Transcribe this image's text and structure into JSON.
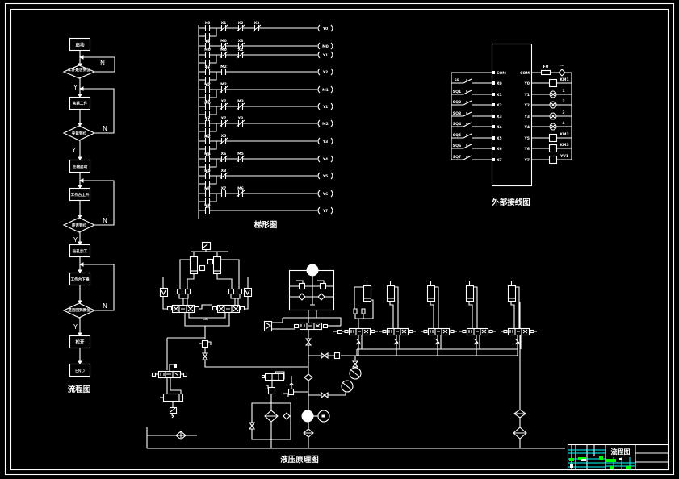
{
  "colors": {
    "background": "#000000",
    "line": "#ffffff",
    "title_grid": "#00ffff",
    "title_fill": "#00ff00"
  },
  "title_block": {
    "title": "流程图"
  },
  "flowchart": {
    "label": "流程图",
    "yes": "Y",
    "no": "N",
    "nodes": [
      {
        "type": "process",
        "text": "启动"
      },
      {
        "type": "decision",
        "text": "工件是否到位"
      },
      {
        "type": "process",
        "text": "夹紧工件"
      },
      {
        "type": "decision",
        "text": "夹紧到位"
      },
      {
        "type": "process",
        "text": "主轴启动"
      },
      {
        "type": "process",
        "text": "工作台上升"
      },
      {
        "type": "decision",
        "text": "是否到位"
      },
      {
        "type": "process",
        "text": "钻孔加工"
      },
      {
        "type": "process",
        "text": "工作台下降"
      },
      {
        "type": "decision",
        "text": "是否回到原位"
      },
      {
        "type": "process",
        "text": "松开"
      },
      {
        "type": "terminal",
        "text": "END"
      }
    ]
  },
  "ladder": {
    "label": "梯形图",
    "rows": [
      {
        "main": "X0",
        "parallel": "Y0",
        "series": [
          {
            "l": "X1",
            "nc": true
          },
          {
            "l": "X2",
            "nc": true
          },
          {
            "l": "X3",
            "nc": true
          }
        ],
        "coil": "Y0"
      },
      {
        "main": "X1",
        "parallel": "",
        "series": [
          {
            "l": "M0",
            "nc": true
          },
          {
            "l": "X3",
            "nc": true
          }
        ],
        "coil": "M0"
      },
      {
        "main": "M0",
        "parallel": "Y1",
        "series": [
          {
            "l": "M0",
            "nc": true
          },
          {
            "l": "X1",
            "nc": true
          }
        ],
        "coil": "Y1"
      },
      {
        "main": "X2",
        "parallel": "Y2",
        "series": [
          {
            "l": "M2",
            "nc": false
          }
        ],
        "coil": "Y2"
      },
      {
        "main": "M2",
        "parallel": "M0",
        "series": [
          {
            "l": "M2",
            "nc": true
          }
        ],
        "coil": "M1"
      },
      {
        "main": "X4",
        "parallel": "Y1",
        "series": [
          {
            "l": "X7",
            "nc": true
          },
          {
            "l": "M3",
            "nc": true
          }
        ],
        "coil": "Y1"
      },
      {
        "main": "X3",
        "parallel": "M2",
        "series": [
          {
            "l": "X7",
            "nc": true
          },
          {
            "l": "X3",
            "nc": true
          }
        ],
        "coil": "M2"
      },
      {
        "main": "X5",
        "parallel": "Y3",
        "series": [
          {
            "l": "X5",
            "nc": true
          }
        ],
        "coil": "Y3"
      },
      {
        "main": "M4",
        "parallel": "Y4",
        "series": [
          {
            "l": "X6",
            "nc": true
          },
          {
            "l": "M5",
            "nc": true
          }
        ],
        "coil": "Y4"
      },
      {
        "main": "M5",
        "parallel": "Y5",
        "series": [
          {
            "l": "X3",
            "nc": true
          }
        ],
        "coil": "Y5"
      },
      {
        "main": "M7",
        "parallel": "Y6",
        "series": [
          {
            "l": "X7",
            "nc": false
          },
          {
            "l": "M6",
            "nc": true
          }
        ],
        "coil": "Y6"
      },
      {
        "main": "M6",
        "parallel": "",
        "series": [],
        "coil": "Y7"
      }
    ]
  },
  "wiring": {
    "label": "外部接线图",
    "inputs": [
      {
        "terminal": "COM",
        "device": ""
      },
      {
        "terminal": "X0",
        "device": "SB"
      },
      {
        "terminal": "X1",
        "device": "SQ1"
      },
      {
        "terminal": "X2",
        "device": "SQ2"
      },
      {
        "terminal": "X3",
        "device": "SQ3"
      },
      {
        "terminal": "X4",
        "device": "SQ4"
      },
      {
        "terminal": "X5",
        "device": "SQ5"
      },
      {
        "terminal": "X6",
        "device": "SQ6"
      },
      {
        "terminal": "X7",
        "device": "SQ7"
      }
    ],
    "outputs": [
      {
        "terminal": "COM",
        "device": "FU",
        "kind": "fuse",
        "extra": "~"
      },
      {
        "terminal": "Y0",
        "device": "KM1",
        "kind": "coil"
      },
      {
        "terminal": "Y1",
        "device": "1",
        "kind": "lamp"
      },
      {
        "terminal": "Y2",
        "device": "2",
        "kind": "lamp"
      },
      {
        "terminal": "Y3",
        "device": "3",
        "kind": "lamp"
      },
      {
        "terminal": "Y4",
        "device": "4",
        "kind": "lamp"
      },
      {
        "terminal": "Y5",
        "device": "KM2",
        "kind": "coil"
      },
      {
        "terminal": "Y6",
        "device": "KM3",
        "kind": "coil"
      },
      {
        "terminal": "Y7",
        "device": "YV1",
        "kind": "coil"
      }
    ]
  },
  "hydraulic": {
    "label": "液压原理图"
  }
}
